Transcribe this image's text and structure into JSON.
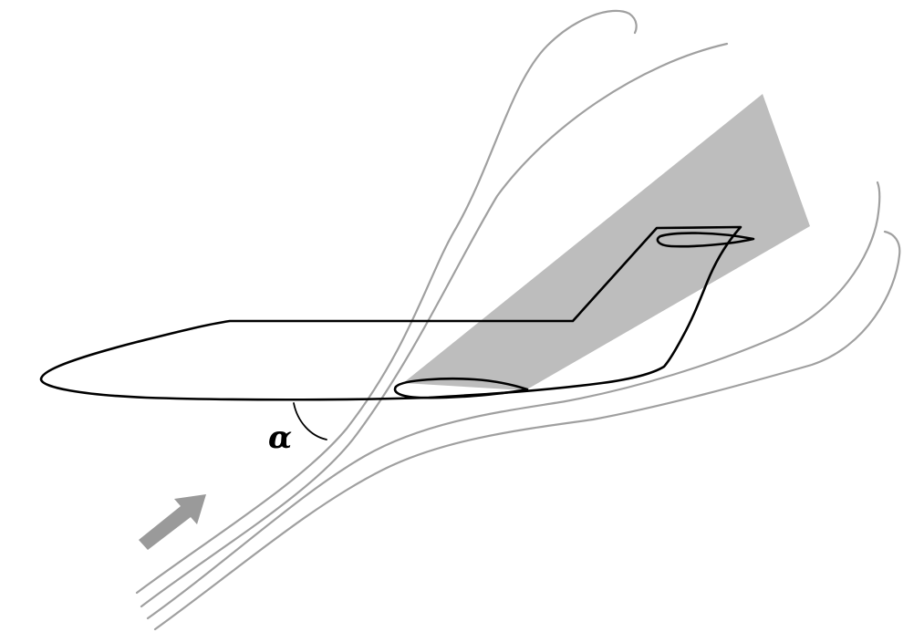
{
  "diagram": {
    "angle_label": "α",
    "colors": {
      "background": "#ffffff",
      "airframe_outline": "#000000",
      "streamline": "#a0a0a0",
      "wake_region": "#bdbdbd",
      "flow_arrow": "#9a9a9a"
    },
    "elements": {
      "fuselage": "aircraft-fuselage-outline",
      "wing": "wing-section",
      "fin": "vertical-tail-fin",
      "tailplane": "horizontal-tailplane",
      "wake": "wake-shadow-region",
      "streamlines": "airflow-streamlines",
      "arrow": "flow-direction-arrow",
      "angle_arc": "angle-of-attack-arc"
    }
  }
}
